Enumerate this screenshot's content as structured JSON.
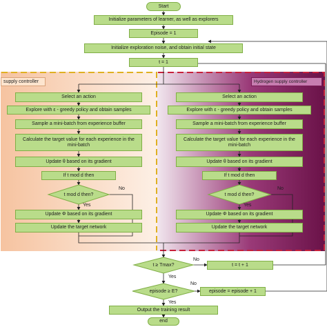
{
  "colors": {
    "box_fill": "#b9dc8a",
    "box_border": "#7fae45",
    "left_panel": "#f6c7a6",
    "right_panel": "#7a1a55",
    "left_dash": "#e0b020",
    "right_dash": "#c8203a"
  },
  "nodes": {
    "start": "Start",
    "init_params": "Initialize parameters of learner, as well as explorers",
    "episode_init": "Episode = 1",
    "init_noise": "Initialize exploration noise, and obtain initial state",
    "t_init": "t = 1",
    "end": "end",
    "output": "Output the training result",
    "t_max_check": "t ≥ Tmax?",
    "t_increment": "t = t + 1",
    "episode_check": "episode ≥ E?",
    "episode_increment": "episode = episode + 1"
  },
  "controllers": {
    "left_label": "supply controller",
    "right_label": "Hydrogen supply controller"
  },
  "steps": {
    "select": "Select an action",
    "explore": "Explore with ε - greedy policy and obtain samples",
    "sample": "Sample a mini-batch from experience buffer",
    "calc": "Calculate the target value for each experience in the mini-batch",
    "update_theta": "Update θ based on its gradient",
    "if_t": "If t mod d then",
    "t_mod": "t mod d then?",
    "update_phi": "Update Φ based on its gradient",
    "update_target": "Update the target network"
  },
  "labels": {
    "yes": "Yes",
    "no": "No"
  }
}
